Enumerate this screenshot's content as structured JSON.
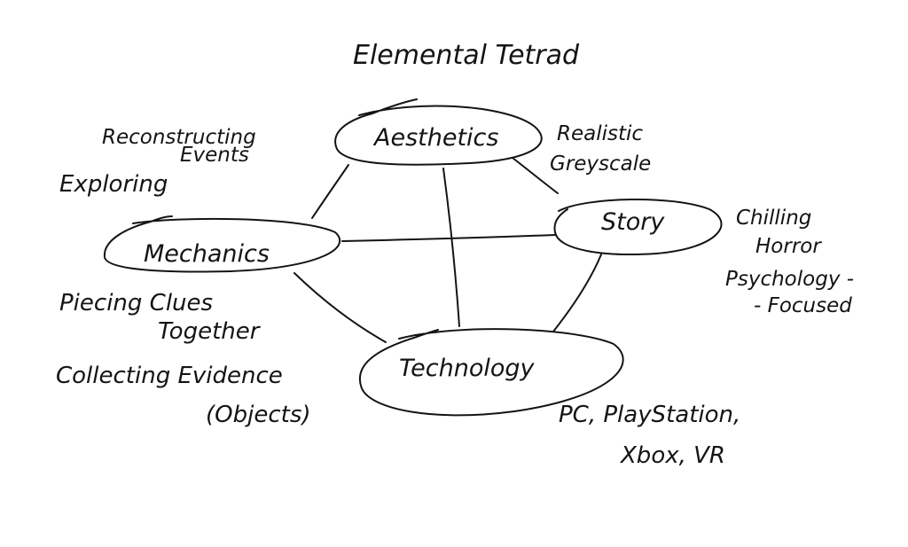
{
  "title": "Elemental Tetrad",
  "nodes": {
    "aesthetics": "Aesthetics",
    "story": "Story",
    "mechanics": "Mechanics",
    "technology": "Technology"
  },
  "notes": {
    "mechanics_top": [
      "Reconstructing",
      "Events",
      "Exploring"
    ],
    "mechanics_bottom": [
      "Piecing Clues",
      "Together",
      "Collecting Evidence",
      "(Objects)"
    ],
    "aesthetics": [
      "Realistic",
      "Greyscale"
    ],
    "story": [
      "Chilling",
      "Horror",
      "Psychology -",
      "- Focused"
    ],
    "technology": [
      "PC, PlayStation,",
      "Xbox, VR"
    ]
  }
}
